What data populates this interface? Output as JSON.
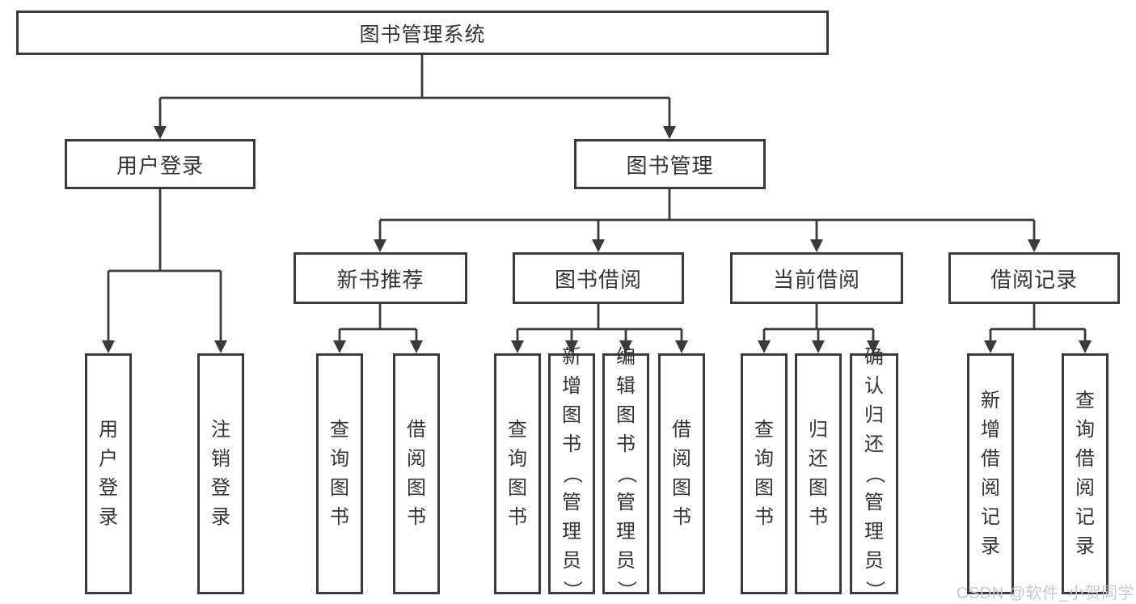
{
  "page": {
    "background_color": "#ffffff",
    "line_color": "#3a3a3a",
    "box_fill": "#ffffff",
    "watermark": "CSDN @软件_小贺同学",
    "watermark_color": "#c7c7c7"
  },
  "tree": {
    "root": {
      "label": "图书管理系统"
    },
    "branches": [
      {
        "label": "用户登录",
        "children": [
          {
            "label": "用户登录"
          },
          {
            "label": "注销登录"
          }
        ]
      },
      {
        "label": "图书管理",
        "children": [
          {
            "label": "新书推荐",
            "children": [
              {
                "label": "查询图书"
              },
              {
                "label": "借阅图书"
              }
            ]
          },
          {
            "label": "图书借阅",
            "children": [
              {
                "label": "查询图书"
              },
              {
                "label": "新增图书（管理员）"
              },
              {
                "label": "编辑图书（管理员）"
              },
              {
                "label": "借阅图书"
              }
            ]
          },
          {
            "label": "当前借阅",
            "children": [
              {
                "label": "查询图书"
              },
              {
                "label": "归还图书"
              },
              {
                "label": "确认归还（管理员）"
              }
            ]
          },
          {
            "label": "借阅记录",
            "children": [
              {
                "label": "新增借阅记录"
              },
              {
                "label": "查询借阅记录"
              }
            ]
          }
        ]
      }
    ]
  }
}
